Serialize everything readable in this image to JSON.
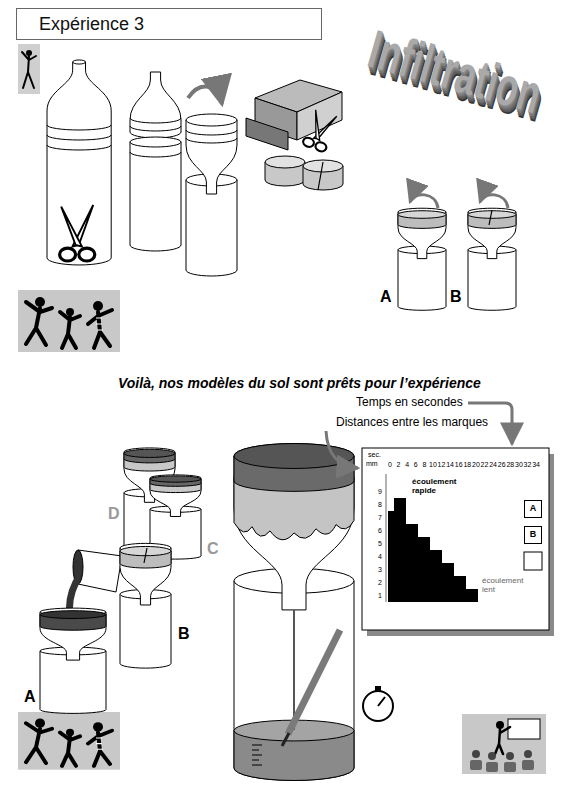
{
  "diagram": {
    "title": "Expérience 3",
    "nodes": [
      {
        "text": [
          "A"
        ]
      },
      {
        "text": [
          "B"
        ]
      }
    ],
    "labels": [
      "Infiltration",
      "A",
      "B",
      "Voilà, nos modèles du sol sont prêts pour l’expérience",
      "Temps en secondes",
      "Distances entre les marques",
      "sec.",
      "mm",
      "0",
      "2",
      "4",
      "6",
      "8",
      "10",
      "12",
      "14",
      "16",
      "18",
      "20",
      "22",
      "24",
      "26",
      "28",
      "30",
      "32",
      "34",
      "9",
      "8",
      "7",
      "6",
      "5",
      "4",
      "3",
      "2",
      "1",
      "écoulement rapide",
      "écoulement lent",
      "D",
      "C",
      "B",
      "A"
    ]
  }
}
